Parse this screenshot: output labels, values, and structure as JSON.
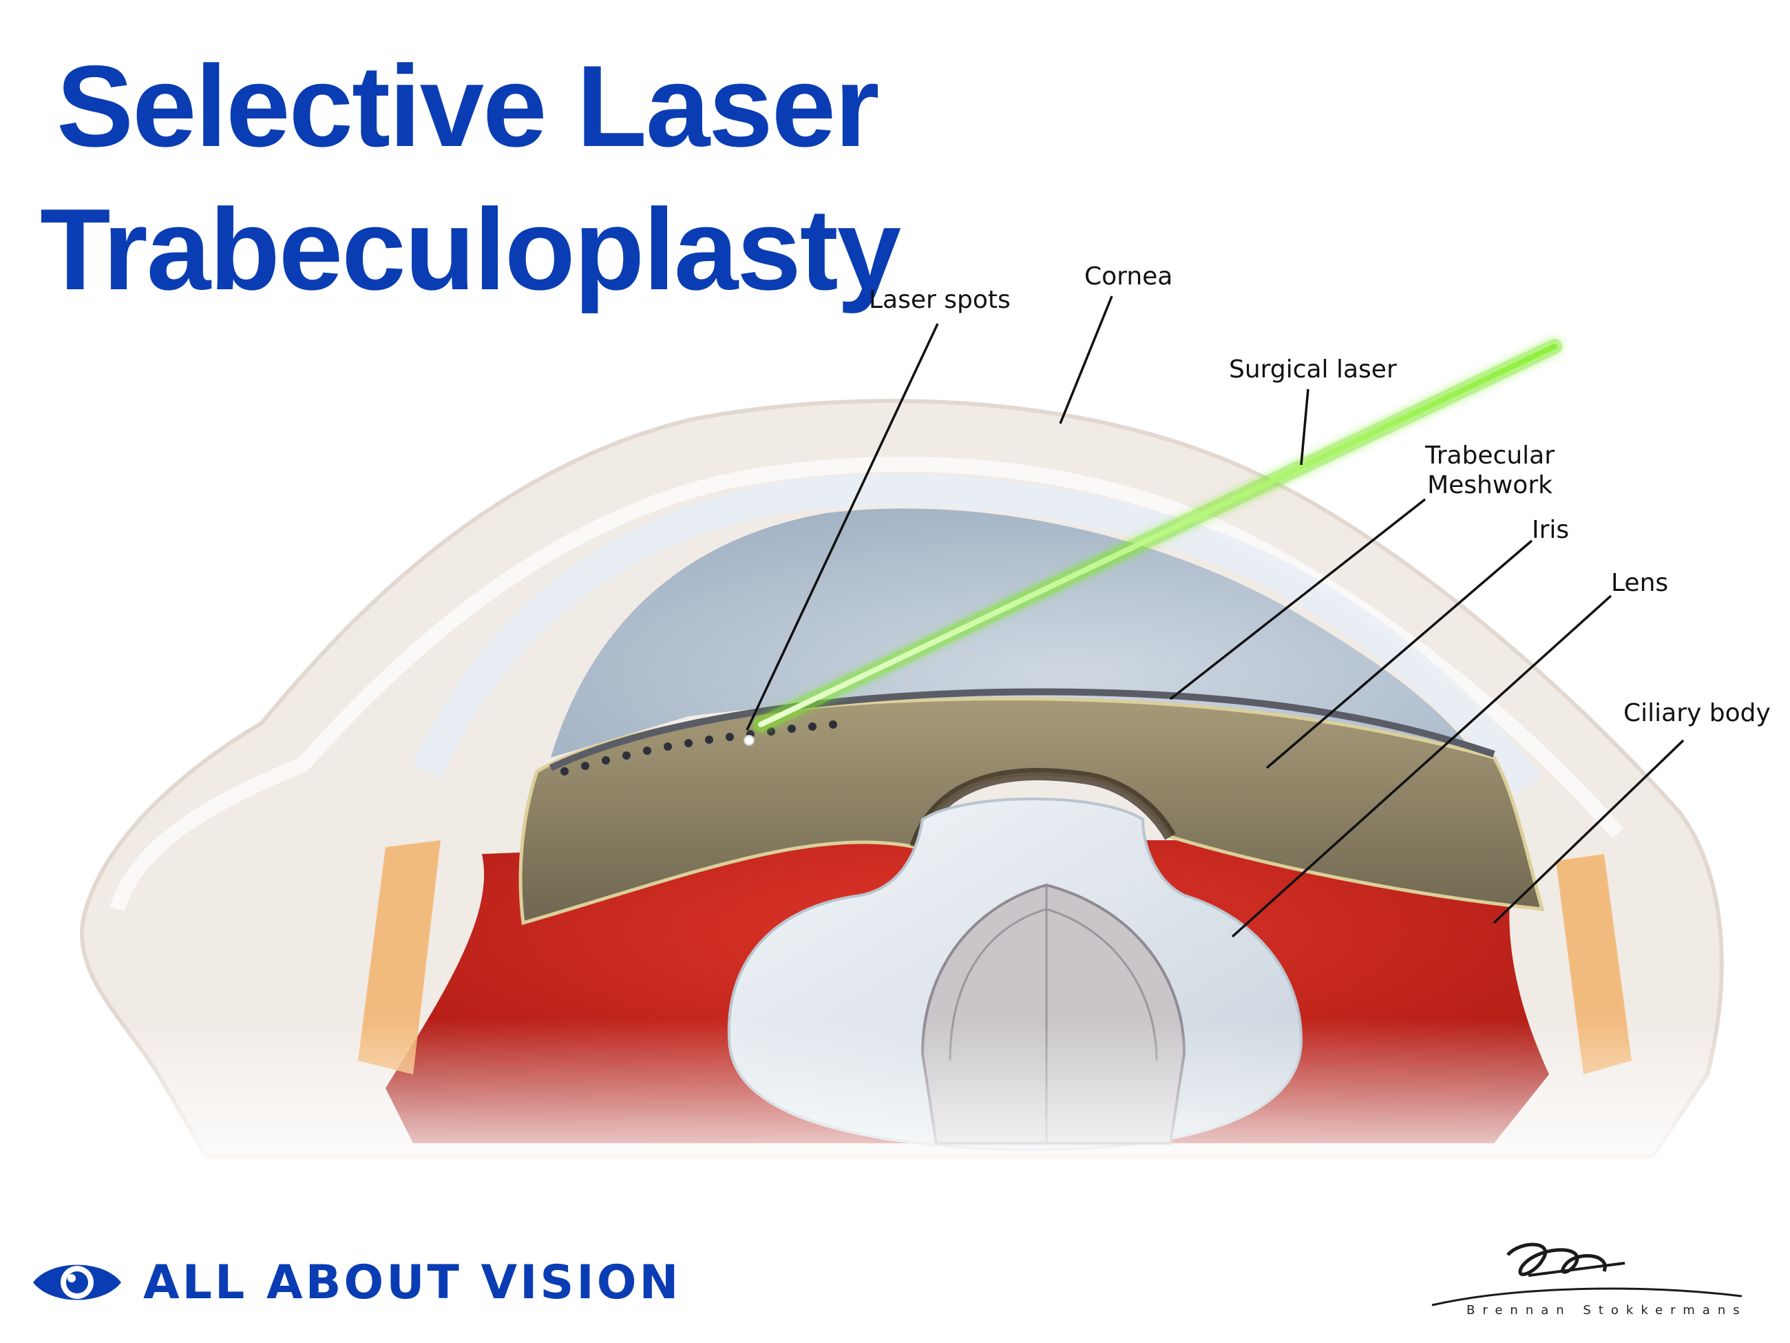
{
  "title": {
    "line1": "Selective Laser",
    "line2": "Trabeculoplasty"
  },
  "labels": {
    "laser_spots": "Laser spots",
    "cornea": "Cornea",
    "surgical_laser": "Surgical laser",
    "trabecular_line1": "Trabecular",
    "trabecular_line2": "Meshwork",
    "iris": "Iris",
    "lens": "Lens",
    "ciliary_body": "Ciliary body"
  },
  "brand": {
    "name": "ALL ABOUT VISION",
    "icon": "eye-logo-icon"
  },
  "signature": {
    "name": "Brennan Stokkermans"
  },
  "colors": {
    "title": "#0a3db3",
    "laser": "#7ee82c",
    "iris": "#8d8468",
    "ciliary": "#c7231c",
    "cornea_fluid": "#a9b7c6",
    "lens": "#dfe7ee"
  }
}
